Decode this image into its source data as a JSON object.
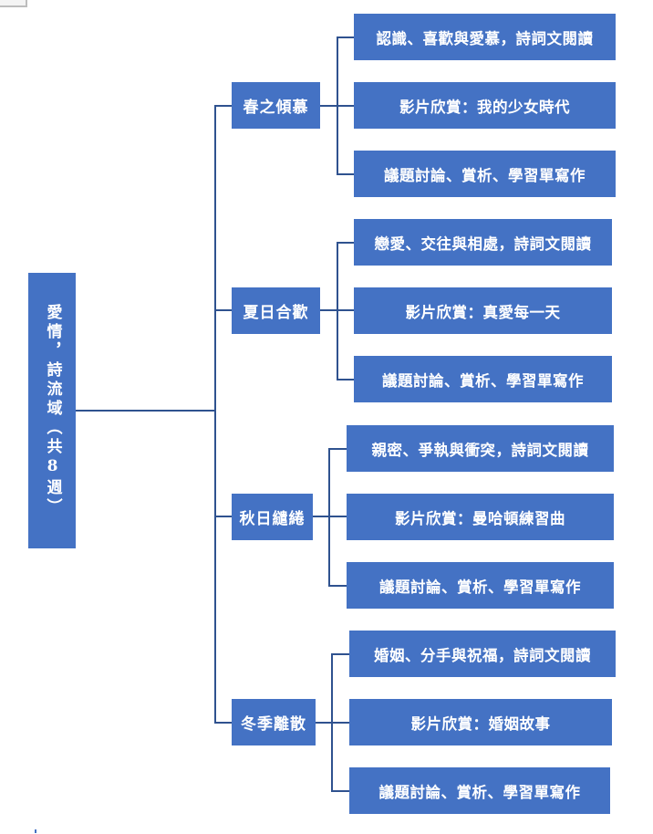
{
  "root": {
    "label": "愛情，詩流域（共8週）"
  },
  "seasons": [
    {
      "title": "春之傾慕",
      "items": [
        "認識、喜歡與愛慕，詩詞文閱讀",
        "影片欣賞：我的少女時代",
        "議題討論、賞析、學習單寫作"
      ]
    },
    {
      "title": "夏日合歡",
      "items": [
        "戀愛、交往與相處，詩詞文閱讀",
        "影片欣賞：真愛每一天",
        "議題討論、賞析、學習單寫作"
      ]
    },
    {
      "title": "秋日繾綣",
      "items": [
        "親密、爭執與衝突，詩詞文閱讀",
        "影片欣賞：曼哈頓練習曲",
        "議題討論、賞析、學習單寫作"
      ]
    },
    {
      "title": "冬季離散",
      "items": [
        "婚姻、分手與祝福，詩詞文閱讀",
        "影片欣賞：婚姻故事",
        "議題討論、賞析、學習單寫作"
      ]
    }
  ],
  "colors": {
    "box": "#4472c4",
    "line": "#2f528f",
    "text": "#ffffff"
  }
}
